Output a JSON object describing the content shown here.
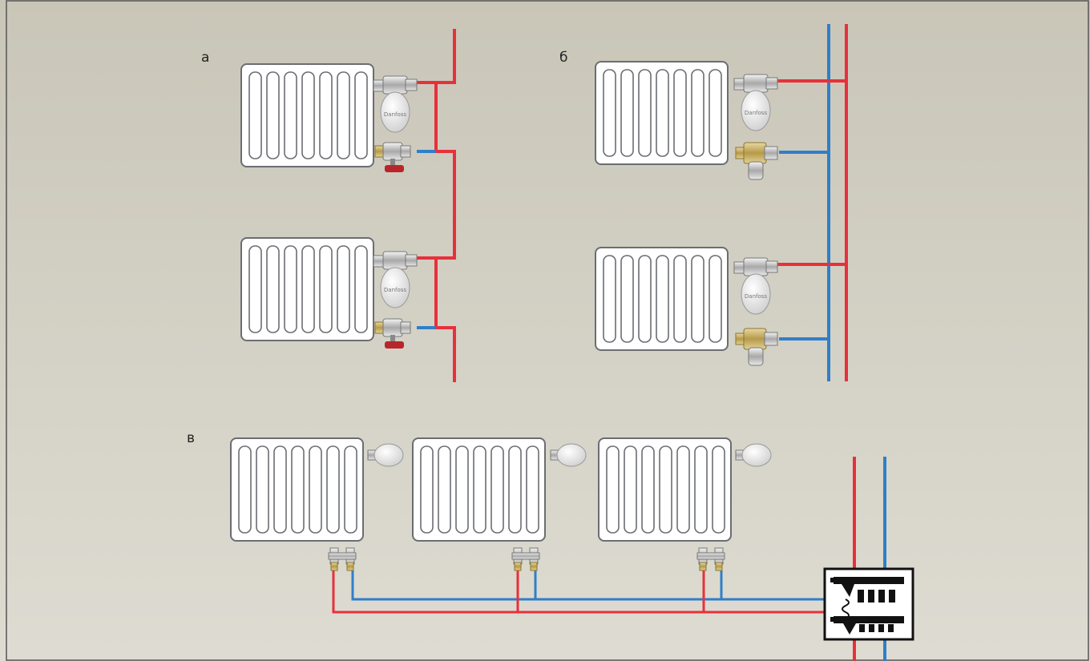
{
  "labels": {
    "a": "а",
    "b": "б",
    "v": "в"
  },
  "colors": {
    "background_top": "#c9c6b8",
    "background_bottom": "#dedcd2",
    "supply_pipe": "#e8303a",
    "return_pipe": "#2f7fc8",
    "radiator_fill": "#ffffff",
    "radiator_stroke": "#6b6d72",
    "frame": "#555555"
  },
  "diagram": {
    "panels": [
      {
        "id": "a",
        "scheme": "single-pipe",
        "radiators": 2,
        "valves": [
          "thermostatic-head",
          "ball-valve"
        ]
      },
      {
        "id": "b",
        "scheme": "two-pipe",
        "radiators": 2,
        "valves": [
          "thermostatic-head",
          "return-valve"
        ]
      },
      {
        "id": "v",
        "scheme": "manifold",
        "radiators": 3,
        "valves": [
          "thermostatic-head",
          "bottom-connection"
        ],
        "manifold": true
      }
    ]
  }
}
